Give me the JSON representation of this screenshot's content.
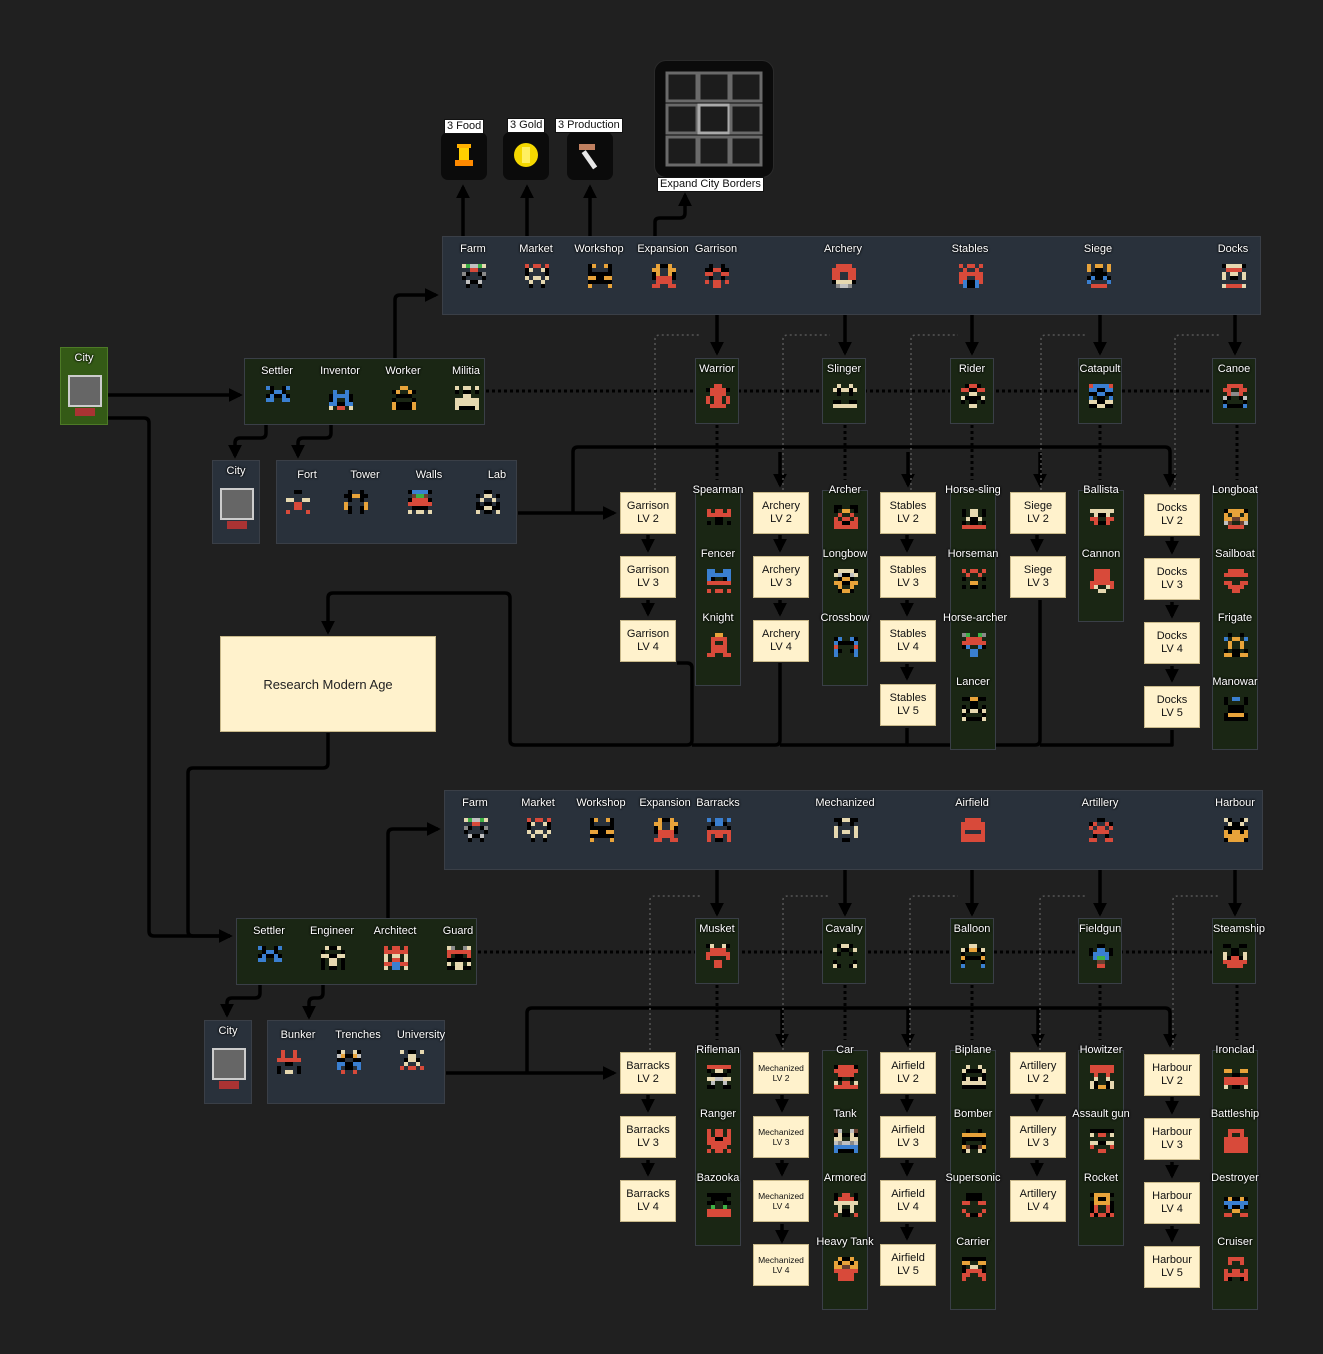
{
  "resources": [
    {
      "name": "3 Food",
      "color": "#ffb000"
    },
    {
      "name": "3 Gold",
      "color": "#f5d800"
    },
    {
      "name": "3 Production",
      "color": "#c08060"
    }
  ],
  "expand": {
    "label": "Expand City Borders"
  },
  "start_city": {
    "label": "City"
  },
  "ancient": {
    "buildings": [
      "Farm",
      "Market",
      "Workshop",
      "Expansion",
      "Garrison",
      "Archery",
      "Stables",
      "Siege",
      "Docks"
    ],
    "civilians": [
      "Settler",
      "Inventor",
      "Worker",
      "Militia"
    ],
    "city": "City",
    "structures": [
      "Fort",
      "Tower",
      "Walls",
      "Lab"
    ],
    "base_units": [
      "Warrior",
      "Slinger",
      "Rider",
      "Catapult",
      "Canoe"
    ],
    "upgrade_units": [
      [
        "Spearman",
        "Fencer",
        "Knight"
      ],
      [
        "Archer",
        "Longbow",
        "Crossbow"
      ],
      [
        "Horse-sling",
        "Horseman",
        "Horse-archer",
        "Lancer"
      ],
      [
        "Ballista",
        "Cannon"
      ],
      [
        "Longboat",
        "Sailboat",
        "Frigate",
        "Manowar"
      ]
    ],
    "levels": [
      [
        "Garrison\nLV 2",
        "Garrison\nLV 3",
        "Garrison\nLV 4"
      ],
      [
        "Archery\nLV 2",
        "Archery\nLV 3",
        "Archery\nLV 4"
      ],
      [
        "Stables\nLV 2",
        "Stables\nLV 3",
        "Stables\nLV 4",
        "Stables\nLV 5"
      ],
      [
        "Siege\nLV 2",
        "Siege\nLV 3"
      ],
      [
        "Docks\nLV 2",
        "Docks\nLV 3",
        "Docks\nLV 4",
        "Docks\nLV 5"
      ]
    ]
  },
  "research": {
    "label": "Research Modern Age"
  },
  "modern": {
    "buildings": [
      "Farm",
      "Market",
      "Workshop",
      "Expansion",
      "Barracks",
      "Mechanized",
      "Airfield",
      "Artillery",
      "Harbour"
    ],
    "civilians": [
      "Settler",
      "Engineer",
      "Architect",
      "Guard"
    ],
    "city": "City",
    "structures": [
      "Bunker",
      "Trenches",
      "University"
    ],
    "base_units": [
      "Musket",
      "Cavalry",
      "Balloon",
      "Fieldgun",
      "Steamship"
    ],
    "upgrade_units": [
      [
        "Rifleman",
        "Ranger",
        "Bazooka"
      ],
      [
        "Car",
        "Tank",
        "Armored",
        "Heavy Tank"
      ],
      [
        "Biplane",
        "Bomber",
        "Supersonic",
        "Carrier"
      ],
      [
        "Howitzer",
        "Assault gun",
        "Rocket"
      ],
      [
        "Ironclad",
        "Battleship",
        "Destroyer",
        "Cruiser"
      ]
    ],
    "levels": [
      [
        "Barracks\nLV 2",
        "Barracks\nLV 3",
        "Barracks\nLV 4"
      ],
      [
        "Mechanized\nLV 2",
        "Mechanized\nLV 3",
        "Mechanized\nLV 4",
        "Mechanized\nLV 4"
      ],
      [
        "Airfield\nLV 2",
        "Airfield\nLV 3",
        "Airfield\nLV 4",
        "Airfield\nLV 5"
      ],
      [
        "Artillery\nLV 2",
        "Artillery\nLV 3",
        "Artillery\nLV 4"
      ],
      [
        "Harbour\nLV 2",
        "Harbour\nLV 3",
        "Harbour\nLV 4",
        "Harbour\nLV 5"
      ]
    ]
  },
  "colors": {
    "slate_panel": "#29313b",
    "unit_panel": "#1a2614",
    "level_box": "#fff2cc",
    "grass": "#345a16"
  }
}
